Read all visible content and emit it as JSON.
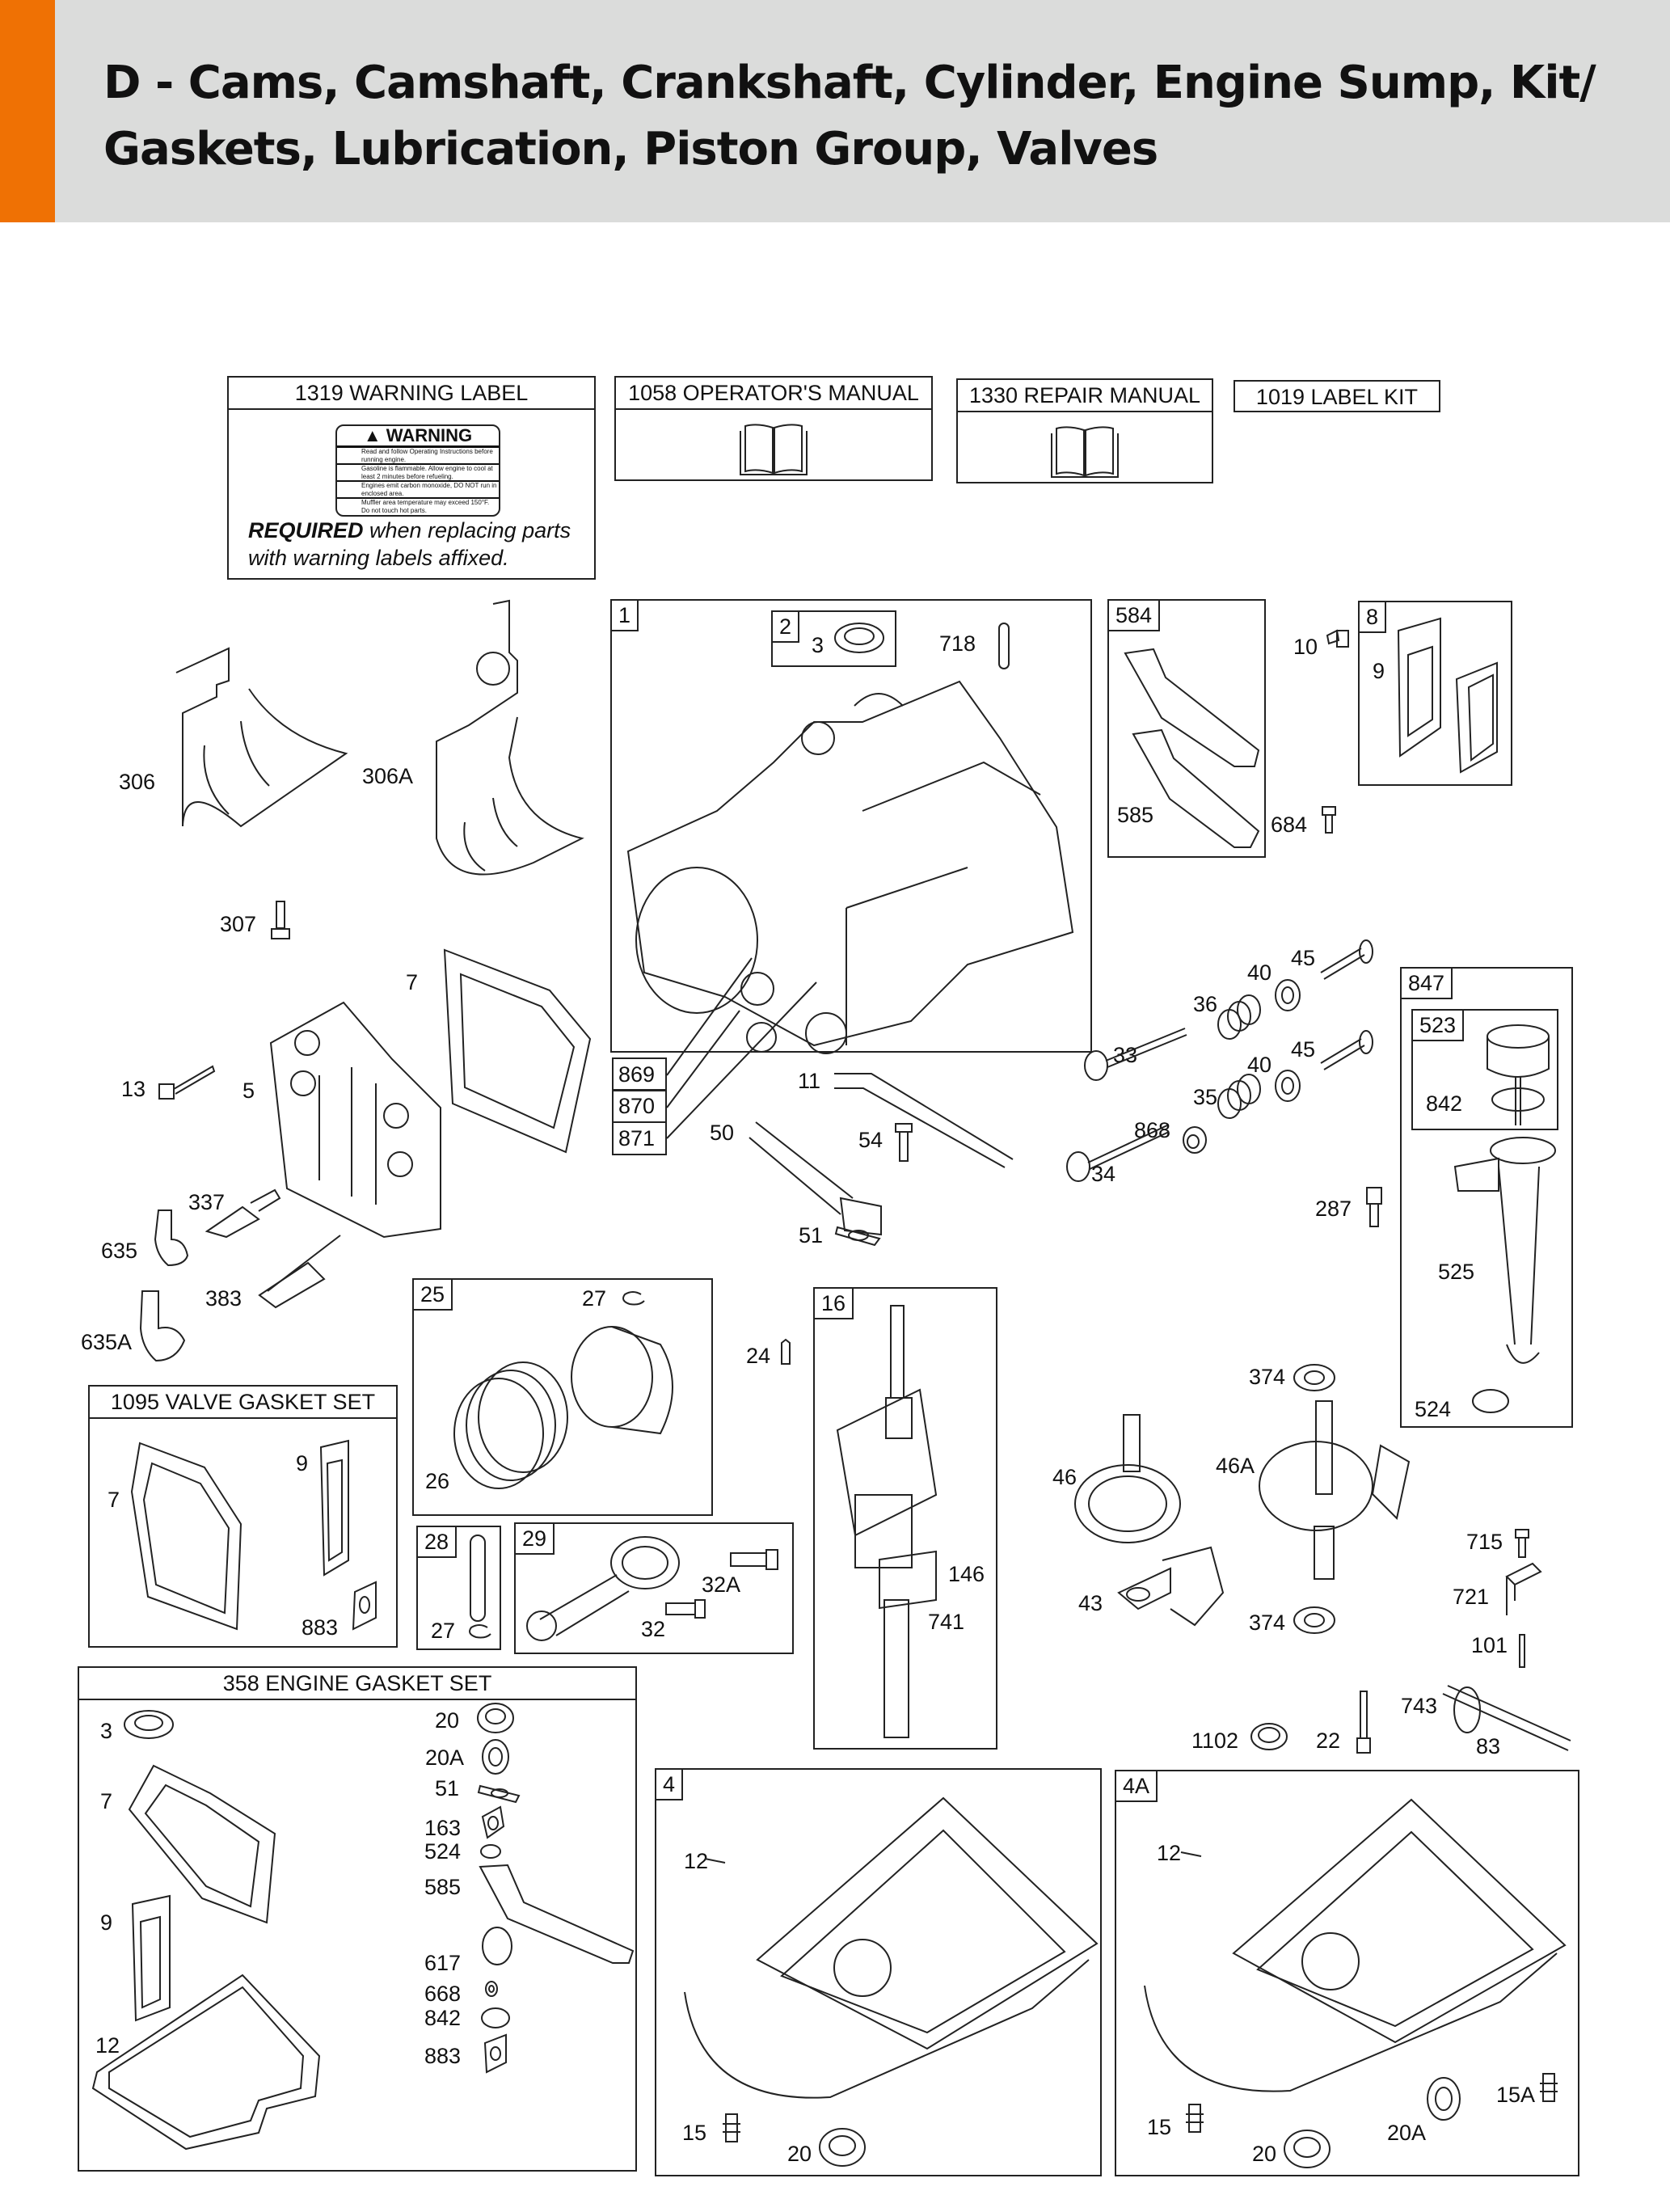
{
  "header": {
    "title_line1": "D - Cams, Camshaft, Crankshaft, Cylinder, Engine Sump, Kit/",
    "title_line2": "Gaskets, Lubrication, Piston Group, Valves",
    "accent_color": "#ef7104",
    "background_color": "#dbdcdb"
  },
  "kits": {
    "warning_label": {
      "title": "1319 WARNING LABEL",
      "label_heading": "WARNING",
      "label_lines": [
        "Read and follow Operating Instructions before running engine.",
        "Gasoline is flammable. Allow engine to cool at least 2 minutes before refueling.",
        "Engines emit carbon monoxide, DO NOT run in enclosed area.",
        "Muffler area temperature may exceed 150°F. Do not touch hot parts."
      ],
      "note_bold": "REQUIRED",
      "note_line1": " when replacing parts",
      "note_line2": "with warning labels affixed."
    },
    "operators_manual": {
      "title": "1058 OPERATOR'S MANUAL",
      "icon": "book-icon"
    },
    "repair_manual": {
      "title": "1330 REPAIR MANUAL",
      "icon": "book-icon"
    },
    "label_kit": {
      "title": "1019 LABEL KIT"
    },
    "valve_gasket_set": {
      "title": "1095 VALVE GASKET SET",
      "parts": [
        "7",
        "9",
        "883"
      ]
    },
    "engine_gasket_set": {
      "title": "358 ENGINE GASKET SET",
      "parts_left": [
        "3",
        "7",
        "9",
        "12"
      ],
      "parts_right": [
        "20",
        "20A",
        "51",
        "163",
        "524",
        "585",
        "617",
        "668",
        "842",
        "883"
      ]
    }
  },
  "groups": {
    "cylinder": {
      "tag": "1",
      "sub_tag": "2",
      "parts": [
        "3",
        "718"
      ],
      "callouts": [
        "869",
        "870",
        "871"
      ]
    },
    "breather_gasket": {
      "tag": "584",
      "parts": [
        "585"
      ]
    },
    "cover": {
      "tag": "8",
      "parts": [
        "9"
      ]
    },
    "dipstick_tube": {
      "tag": "847",
      "sub_tag": "523",
      "parts": [
        "842",
        "525",
        "524"
      ]
    },
    "piston": {
      "tag": "25",
      "parts": [
        "27",
        "26"
      ]
    },
    "pin": {
      "tag": "28",
      "parts": [
        "27"
      ]
    },
    "connecting_rod": {
      "tag": "29",
      "parts": [
        "32A",
        "32"
      ]
    },
    "crankshaft": {
      "tag": "16",
      "parts": [
        "146",
        "741"
      ]
    },
    "sump": {
      "tag": "4",
      "parts": [
        "12",
        "15",
        "20"
      ]
    },
    "sump_alt": {
      "tag": "4A",
      "parts": [
        "12",
        "15",
        "20",
        "20A",
        "15A"
      ]
    }
  },
  "loose_parts": {
    "shields": [
      "306",
      "306A",
      "307"
    ],
    "head": [
      "7",
      "13",
      "5",
      "337",
      "635",
      "383",
      "635A"
    ],
    "misc_top": [
      "10",
      "684"
    ],
    "tubes": [
      "11",
      "50",
      "54",
      "51"
    ],
    "valves": [
      "45",
      "40",
      "36",
      "33",
      "45",
      "40",
      "35",
      "868",
      "34",
      "287"
    ],
    "key": [
      "24"
    ],
    "cams": [
      "374",
      "46",
      "46A",
      "43",
      "374",
      "715",
      "721",
      "101",
      "743",
      "83",
      "1102",
      "22"
    ]
  }
}
